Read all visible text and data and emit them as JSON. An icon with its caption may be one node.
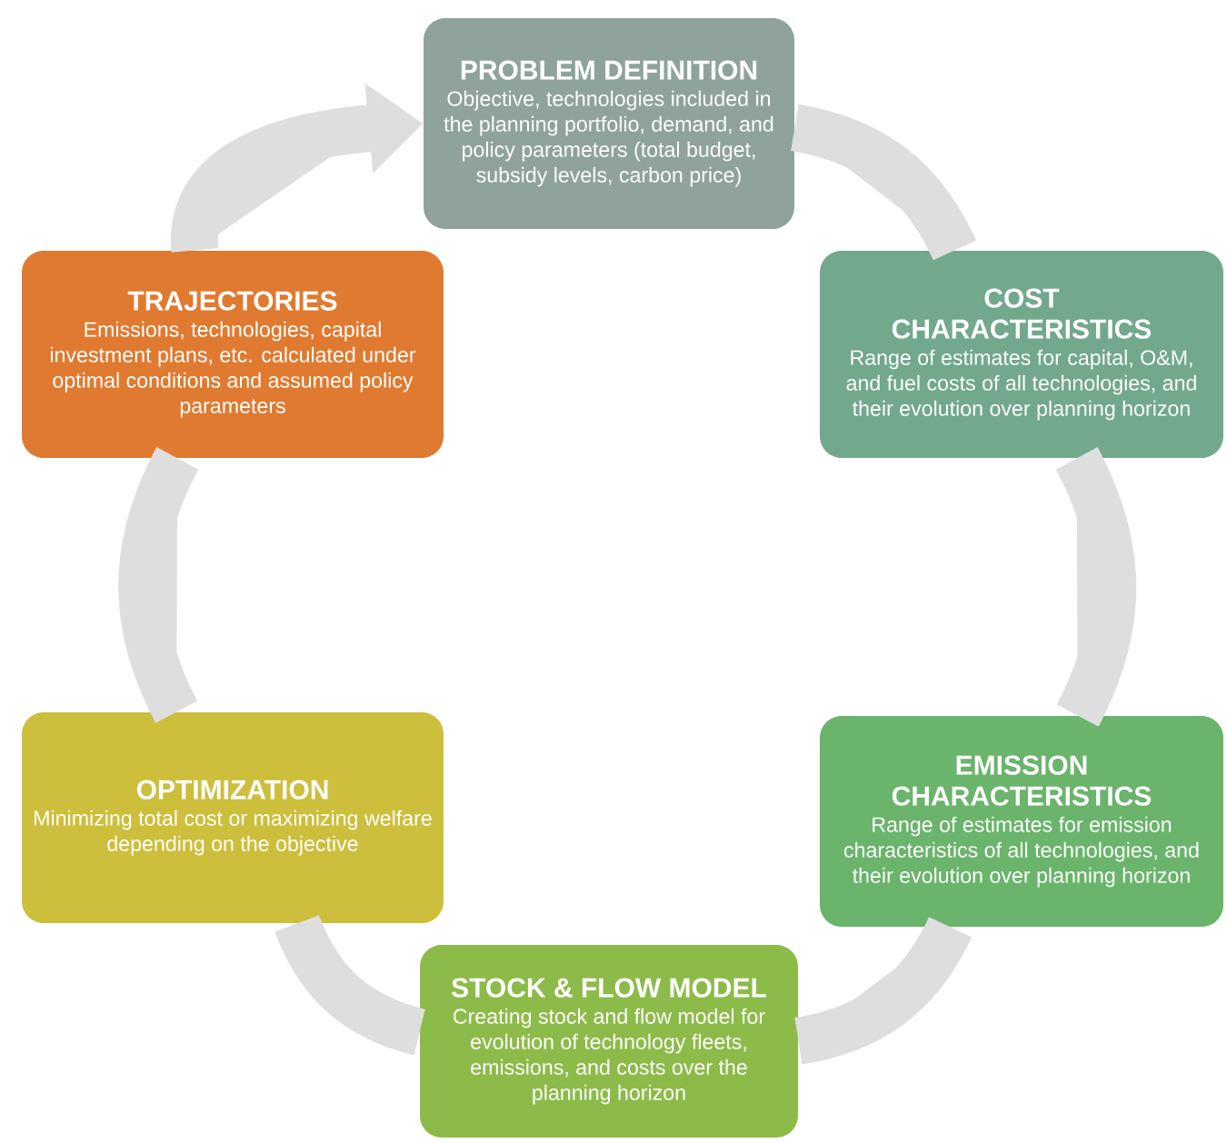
{
  "diagram": {
    "nodes": [
      {
        "text": [
          "PROBLEM DEFINITION",
          "Objective, technologies included in the planning portfolio, demand, and policy parameters (total budget, subsidy levels, carbon price)"
        ]
      },
      {
        "text": [
          "COST CHARACTERISTICS",
          "Range of estimates for capital, O&M, and fuel costs of all technologies, and their evolution over planning horizon"
        ]
      },
      {
        "text": [
          "EMISSION CHARACTERISTICS",
          "Range of estimates for emission characteristics of all technologies, and their evolution over planning horizon"
        ]
      },
      {
        "text": [
          "STOCK & FLOW MODEL",
          "Creating stock and flow model for evolution of technology fleets, emissions, and costs over the planning horizon"
        ]
      },
      {
        "text": [
          "OPTIMIZATION",
          "Minimizing total cost or maximizing welfare depending on the objective"
        ]
      },
      {
        "text": [
          "TRAJECTORIES",
          "Emissions, technologies, capital investment plans, etc. calculated under optimal conditions and assumed policy parameters"
        ]
      }
    ],
    "edges": [
      {
        "from": 0,
        "to": 1,
        "arrow": "none"
      },
      {
        "from": 1,
        "to": 2,
        "arrow": "none"
      },
      {
        "from": 2,
        "to": 3,
        "arrow": "none"
      },
      {
        "from": 3,
        "to": 4,
        "arrow": "none"
      },
      {
        "from": 4,
        "to": 5,
        "arrow": "none"
      },
      {
        "from": 5,
        "to": 0,
        "arrow": "to"
      }
    ]
  }
}
